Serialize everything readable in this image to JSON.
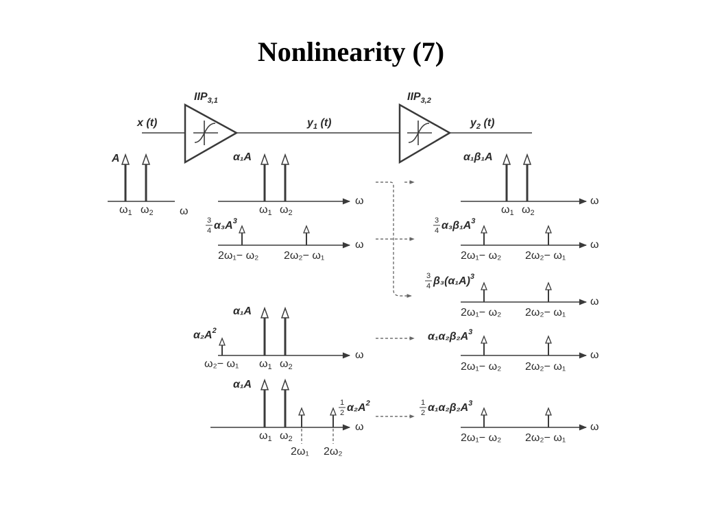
{
  "slide": {
    "title": "Nonlinearity (7)"
  },
  "stage1": {
    "iip3": "IIP",
    "iip3_sub": "3,1",
    "input": "x",
    "input_arg": "(t)",
    "output": "y",
    "output_sub": "1",
    "output_arg": "(t)"
  },
  "stage2": {
    "iip3": "IIP",
    "iip3_sub": "3,2",
    "output": "y",
    "output_sub": "2",
    "output_arg": "(t)"
  },
  "symbols": {
    "omega": "ω",
    "w1": "ω",
    "w1_sub": "1",
    "w2": "ω",
    "w2_sub": "2",
    "im3_low": "2ω₁− ω₂",
    "im3_high": "2ω₂− ω₁",
    "diff": "ω₂− ω₁",
    "h2_low": "2ω₁",
    "h2_high": "2ω₂"
  },
  "labels": {
    "input_amp": "A",
    "a1A": "α₁A",
    "a1b1A": "α₁β₁A",
    "im3_stage1": "α₃A",
    "im3_stage1_sup": "3",
    "frac_3_4_num": "3",
    "frac_3_4_den": "4",
    "im3_stage2a": "α₃β₁A",
    "im3_stage2a_sup": "3",
    "im3_stage2b": "β₃(α₁A)",
    "im3_stage2b_sup": "3",
    "a2A2": "α₂A",
    "a2A2_sup": "2",
    "im3_stage2c": "α₁α₂β₂A",
    "im3_stage2c_sup": "3",
    "frac_1_2_num": "1",
    "frac_1_2_den": "2",
    "half_a2A2": "α₂A",
    "half_a2A2_sup": "2",
    "im3_stage2d": "α₁α₂β₂A",
    "im3_stage2d_sup": "3"
  }
}
